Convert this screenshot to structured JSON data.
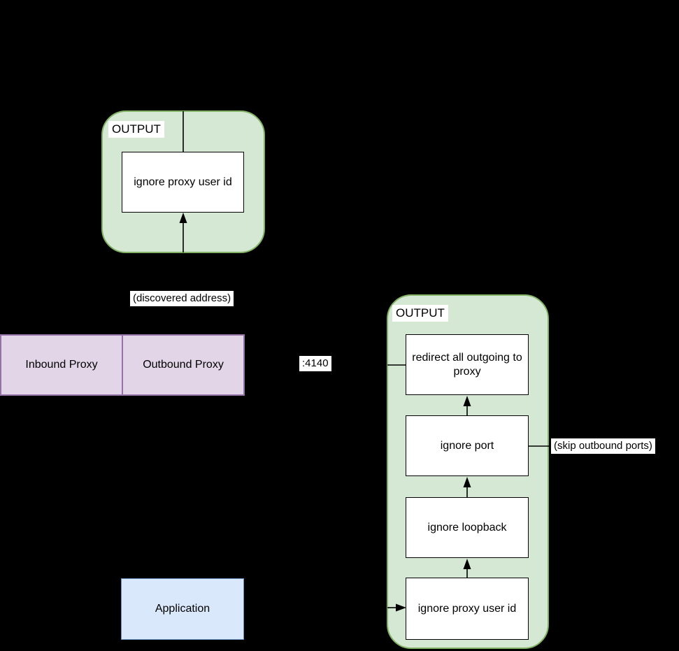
{
  "diagram": {
    "background_color": "#000000",
    "colors": {
      "panel_fill": "#d5e8d4",
      "panel_stroke": "#82b366",
      "proxy_fill": "#e1d5e7",
      "proxy_stroke": "#9673a6",
      "app_fill": "#dae8fc",
      "app_stroke": "#6c8ebf",
      "rule_box_fill": "#ffffff",
      "line_color": "#000000"
    },
    "top_panel": {
      "title": "OUTPUT",
      "rules": [
        "ignore proxy user id"
      ]
    },
    "right_panel": {
      "title": "OUTPUT",
      "rules": [
        "redirect all outgoing to proxy",
        "ignore port",
        "ignore loopback",
        "ignore proxy user id"
      ]
    },
    "proxy_table": {
      "cells": [
        {
          "label": "Inbound Proxy"
        },
        {
          "label": "Outbound Proxy"
        }
      ]
    },
    "application": {
      "label": "Application"
    },
    "annotations": {
      "discovered_address": "(discovered address)",
      "port_4140": ":4140",
      "skip_outbound_ports": "(skip outbound ports)"
    }
  }
}
